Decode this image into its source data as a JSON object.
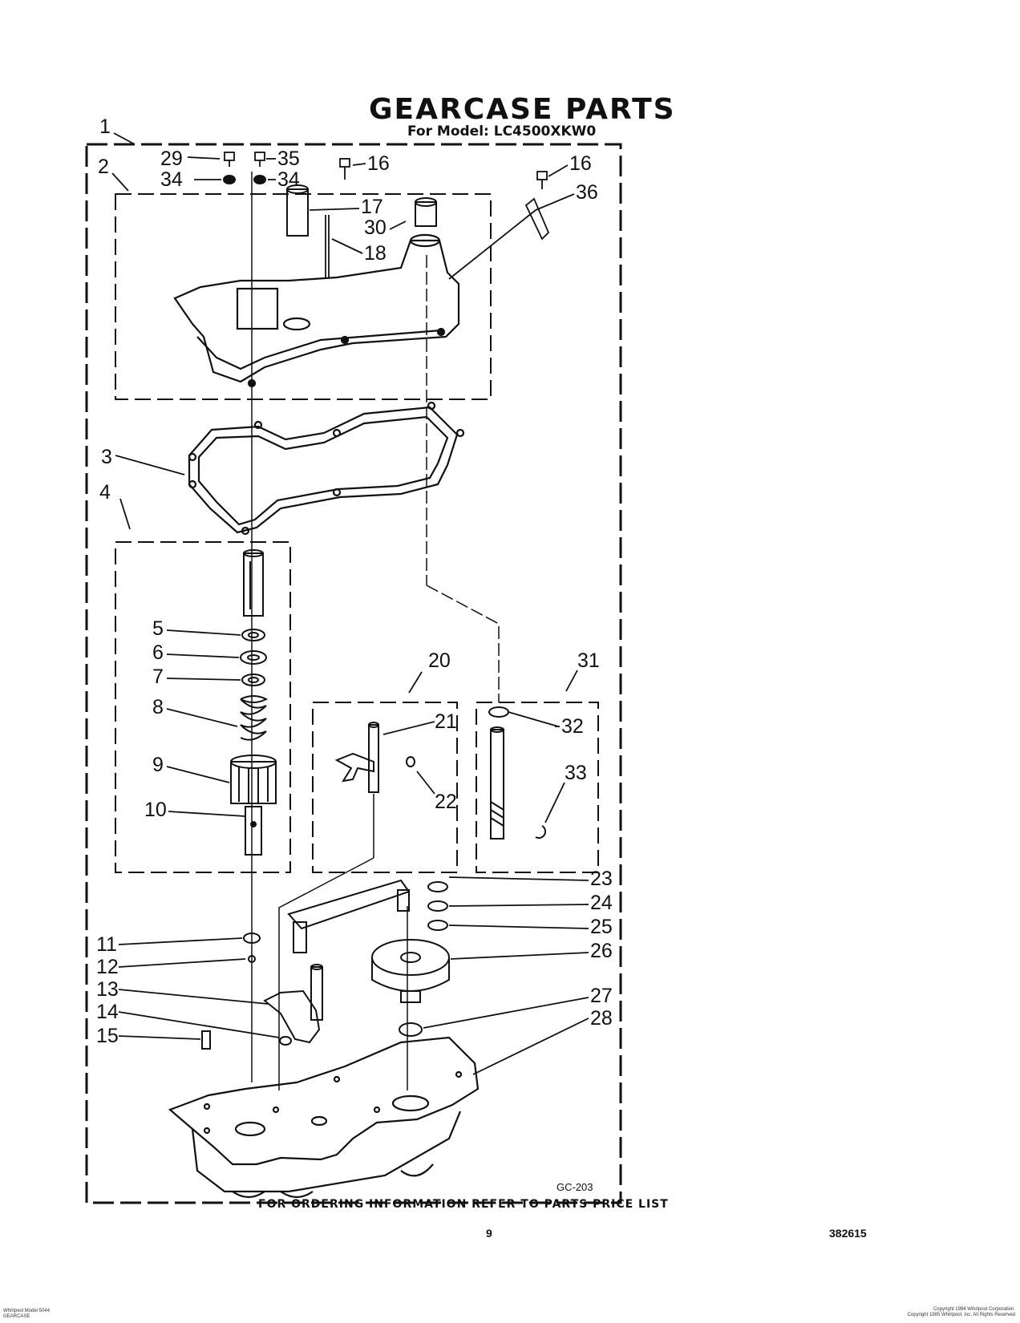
{
  "title": "GEARCASE PARTS",
  "subtitle": "For Model: LC4500XKW0",
  "diagram_code": "GC-203",
  "footer": "FOR ORDERING INFORMATION REFER TO PARTS PRICE LIST",
  "page_number": "9",
  "doc_number": "382615",
  "fine_print_left": [
    "Whirlpool Model 5044",
    "GEARCASE"
  ],
  "fine_print_right": [
    "Copyright 1984 Whirlpool Corporation.",
    "Copyright 1985 Whirlpool, Inc. All Rights Reserved"
  ],
  "labels": [
    "1",
    "2",
    "3",
    "4",
    "5",
    "6",
    "7",
    "8",
    "9",
    "10",
    "11",
    "12",
    "13",
    "14",
    "15",
    "16",
    "16",
    "17",
    "18",
    "20",
    "21",
    "22",
    "23",
    "24",
    "25",
    "26",
    "27",
    "28",
    "29",
    "30",
    "31",
    "32",
    "33",
    "34",
    "34",
    "35",
    "36"
  ]
}
